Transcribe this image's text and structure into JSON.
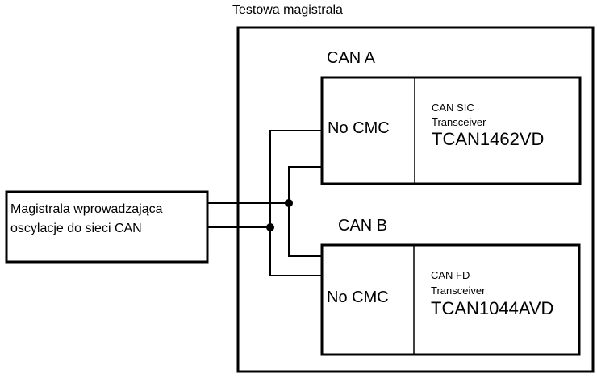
{
  "test_bus": {
    "title": "Testowa magistrala"
  },
  "source_box": {
    "line1": "Magistrala wprowadzająca",
    "line2": "oscylacje do sieci CAN"
  },
  "node_a": {
    "label": "CAN A",
    "filter": "No CMC",
    "type_line1": "CAN SIC",
    "type_line2": "Transceiver",
    "part": "TCAN1462VD"
  },
  "node_b": {
    "label": "CAN B",
    "filter": "No CMC",
    "type_line1": "CAN FD",
    "type_line2": "Transceiver",
    "part": "TCAN1044AVD"
  },
  "colors": {
    "line": "#000000",
    "background": "#ffffff"
  }
}
